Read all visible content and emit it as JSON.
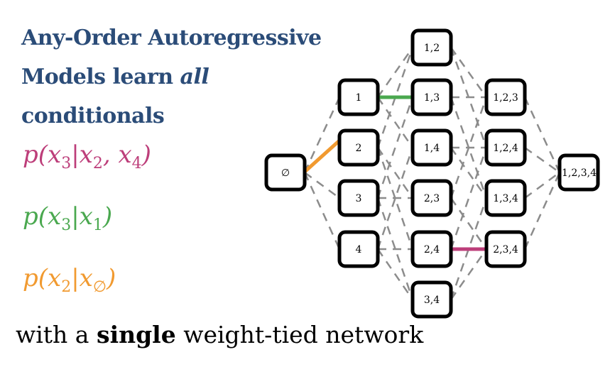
{
  "title": {
    "line1": "Any-Order Autoregressive",
    "line2_prefix": "Models learn ",
    "line2_emph": "all",
    "line3": "conditionals"
  },
  "formulas": [
    {
      "p": "p(x",
      "target": "3",
      "bar": "|x",
      "cond1": "2",
      "sep": ", x",
      "cond2": "4",
      "close": ")",
      "color": "#bd3e7a"
    },
    {
      "p": "p(x",
      "target": "3",
      "bar": "|x",
      "cond1": "1",
      "close": ")",
      "color": "#4aa84f"
    },
    {
      "p": "p(x",
      "target": "2",
      "bar": "|x",
      "cond1": "∅",
      "close": ")",
      "color": "#f19a30"
    }
  ],
  "footer": {
    "prefix": "with a ",
    "bold": "single",
    "suffix": " weight-tied network"
  },
  "diagram": {
    "nodes": [
      [
        "∅"
      ],
      [
        "1",
        "2",
        "3",
        "4"
      ],
      [
        "1,2",
        "1,3",
        "1,4",
        "2,3",
        "2,4",
        "3,4"
      ],
      [
        "1,2,3",
        "1,2,4",
        "1,3,4",
        "2,3,4"
      ],
      [
        "1,2,3,4"
      ]
    ],
    "edge_color": "#8c8c8c",
    "highlighted_edges": [
      {
        "from": "2",
        "to": "∅",
        "color": "#f19a30"
      },
      {
        "from": "1,3",
        "to": "1",
        "color": "#4aa84f"
      },
      {
        "from": "2,4",
        "to": "2,3,4",
        "color": "#bd3e7a"
      }
    ]
  }
}
